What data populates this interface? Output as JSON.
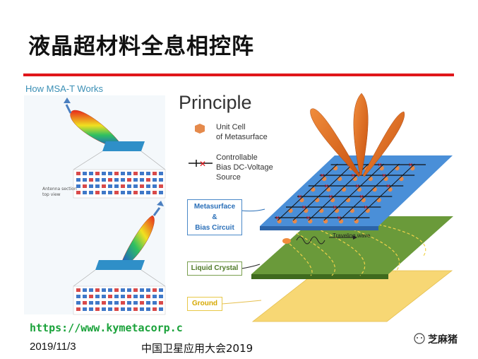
{
  "slide": {
    "title": "液晶超材料全息相控阵"
  },
  "left_panel": {
    "heading": "How MSA-T Works",
    "antenna_caption_1": "Antenna section",
    "antenna_caption_2": "top view"
  },
  "principle": {
    "title": "Principle",
    "legend_unit_cell_1": "Unit Cell",
    "legend_unit_cell_2": "of Metasurface",
    "legend_bias_1": "Controllable",
    "legend_bias_2": "Bias DC-Voltage",
    "legend_bias_3": "Source",
    "box_metasurface_1": "Metasurface",
    "box_metasurface_2": "&",
    "box_metasurface_3": "Bias Circuit",
    "box_liquid_crystal": "Liquid Crystal",
    "box_ground": "Ground",
    "traveling_wave": "Traveling wave"
  },
  "link": {
    "url": "https://www.kymetacorp.c"
  },
  "footer": {
    "date": "2019/11/3",
    "conference": "中国卫星应用大会2019",
    "watermark": "芝麻猪"
  },
  "colors": {
    "accent_rule": "#e0161b",
    "metasurface_blue": "#4a8fd8",
    "liquid_crystal_green": "#6a9a3a",
    "ground_yellow": "#f7d774",
    "beam_orange": "#d9641c",
    "link_green": "#1aa23a"
  }
}
